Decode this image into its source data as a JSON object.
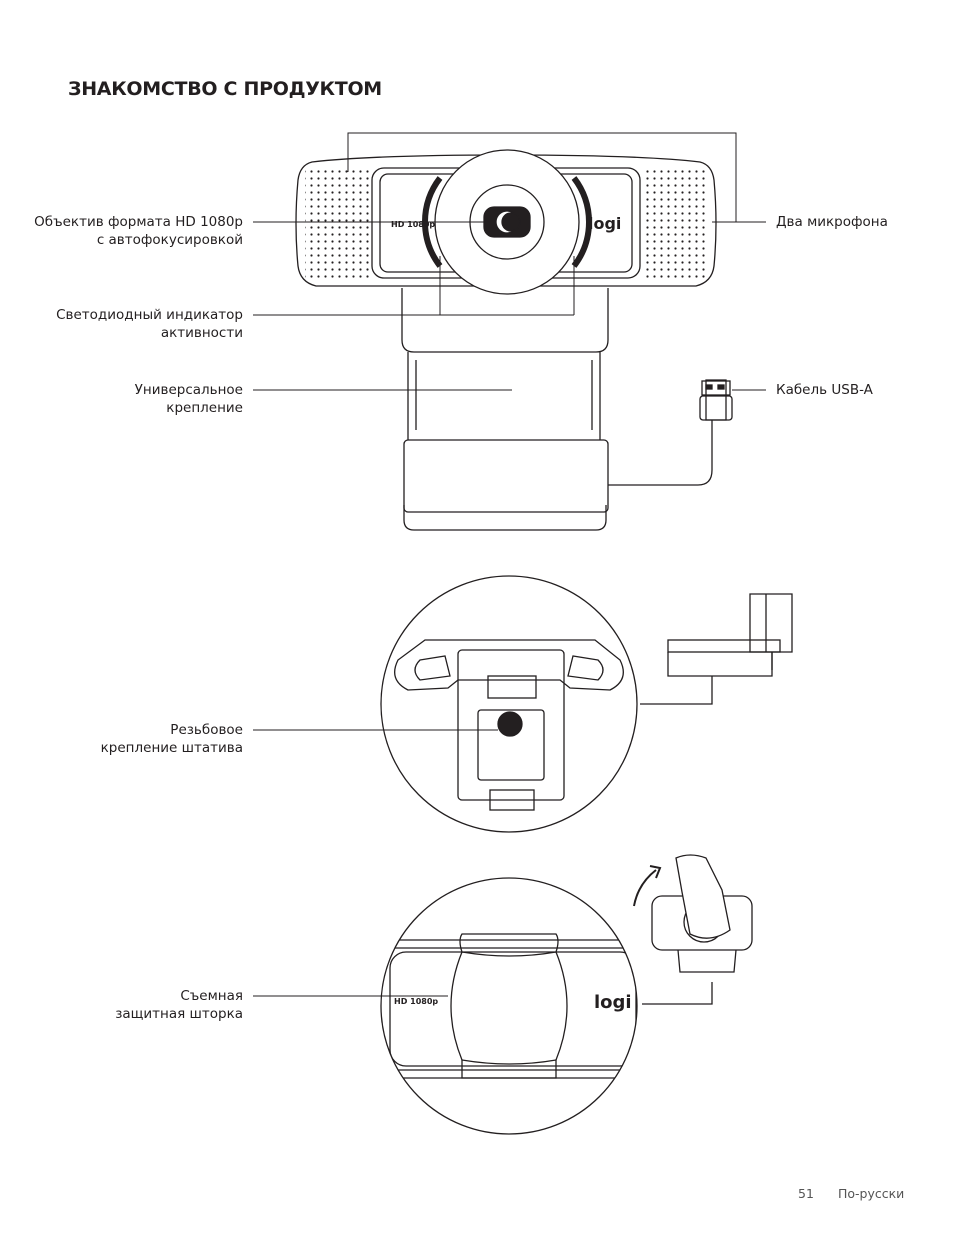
{
  "page": {
    "title": "ЗНАКОМСТВО С ПРОДУКТОМ",
    "page_number": "51",
    "language": "По-русски"
  },
  "callouts": {
    "lens": {
      "line1": "Объектив формата HD 1080p",
      "line2": "с автофокусировкой"
    },
    "mics": {
      "line1": "Два микрофона"
    },
    "led": {
      "line1": "Светодиодный индикатор",
      "line2": "активности"
    },
    "mount": {
      "line1": "Универсальное",
      "line2": "крепление"
    },
    "usb": {
      "line1": "Кабель USB-A"
    },
    "tripod": {
      "line1": "Резьбовое",
      "line2": "крепление штатива"
    },
    "shutter": {
      "line1": "Съемная",
      "line2": "защитная шторка"
    }
  },
  "product_marks": {
    "hd_badge": "HD 1080p",
    "brand": "logi"
  }
}
